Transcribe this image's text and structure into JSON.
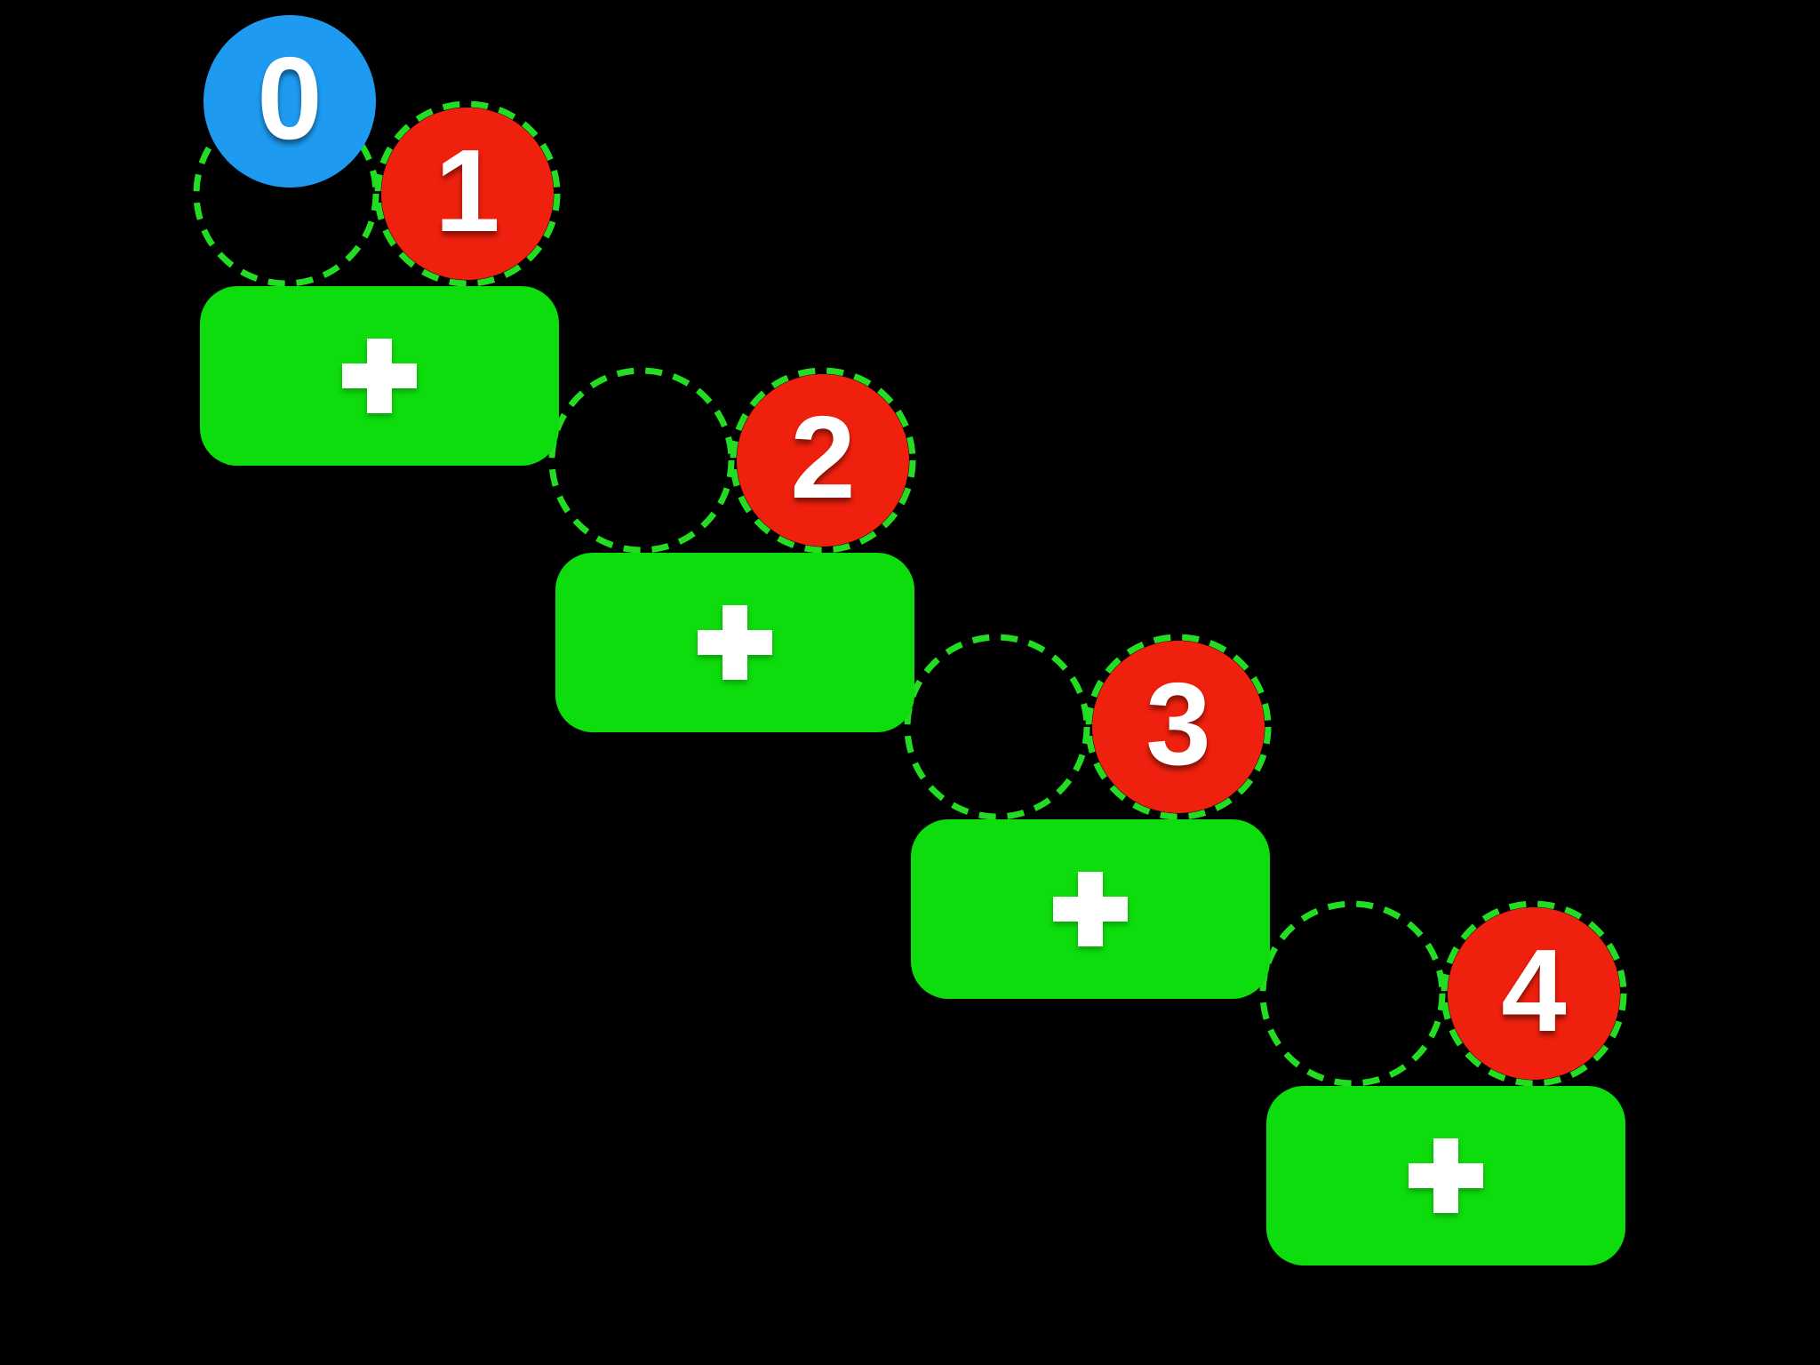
{
  "board": {
    "background_color": "#000000"
  },
  "colors": {
    "token_blue": "#1e9bf0",
    "token_red": "#ef200e",
    "button_green": "#0ddc0d",
    "slot_dash_green": "#23dd23",
    "digit_white": "#ffffff"
  },
  "current_token": {
    "value": "0"
  },
  "steps": [
    {
      "value": "1",
      "add_button_label": "+"
    },
    {
      "value": "2",
      "add_button_label": "+"
    },
    {
      "value": "3",
      "add_button_label": "+"
    },
    {
      "value": "4",
      "add_button_label": "+"
    }
  ]
}
